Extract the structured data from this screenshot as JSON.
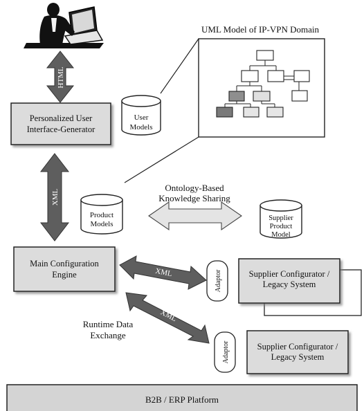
{
  "uml_title": "UML Model of IP-VPN Domain",
  "labels": {
    "ui_generator": [
      "Personalized User",
      "Interface-Generator"
    ],
    "main_engine": [
      "Main Configuration",
      "Engine"
    ],
    "supplier_1": [
      "Supplier Configurator /",
      "Legacy System"
    ],
    "supplier_2": [
      "Supplier Configurator /",
      "Legacy System"
    ],
    "platform": "B2B / ERP Platform"
  },
  "databases": {
    "user_models": [
      "User",
      "Models"
    ],
    "product_models": [
      "Product",
      "Models"
    ],
    "supplier_product_model": [
      "Supplier",
      "Product",
      "Model"
    ]
  },
  "arrows": {
    "html": "HTML",
    "xml_vertical": "XML",
    "xml_engine_supplier1": "XML",
    "xml_engine_supplier2": "XML"
  },
  "adaptor": "Adaptor",
  "ontology": [
    "Ontology-Based",
    "Knowledge Sharing"
  ],
  "runtime": [
    "Runtime Data",
    "Exchange"
  ],
  "icons": {
    "user": "person-at-laptop-icon"
  }
}
